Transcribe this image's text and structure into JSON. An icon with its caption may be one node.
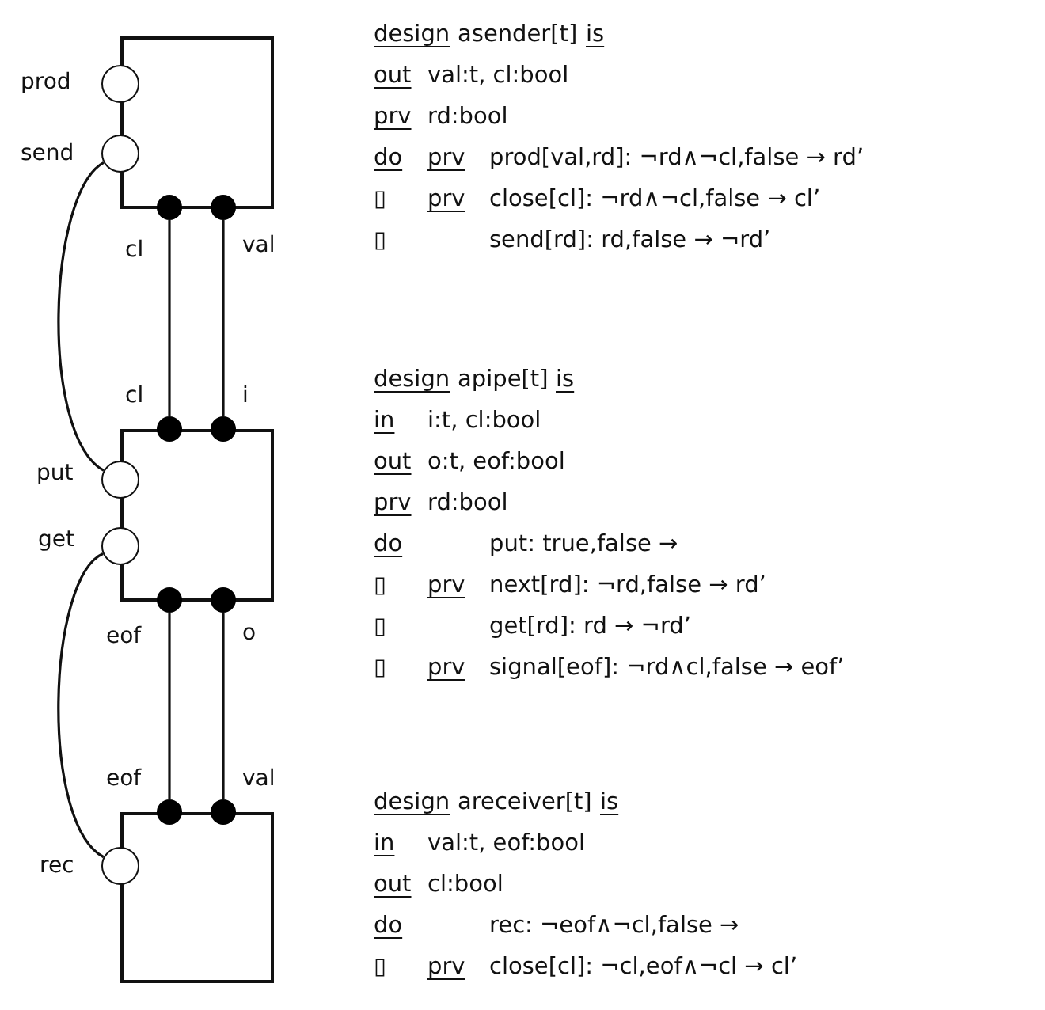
{
  "diagram": {
    "nodes": [
      {
        "text": [],
        "shape": "box"
      },
      {
        "text": [],
        "shape": "circle",
        "beside": [
          "prod"
        ]
      },
      {
        "text": [],
        "shape": "circle",
        "beside": [
          "send"
        ]
      },
      {
        "text": [],
        "shape": "dot",
        "beside": [
          "cl"
        ]
      },
      {
        "text": [],
        "shape": "dot",
        "beside": [
          "val"
        ]
      },
      {
        "text": [],
        "shape": "box"
      },
      {
        "text": [],
        "shape": "dot",
        "beside": [
          "cl"
        ]
      },
      {
        "text": [],
        "shape": "dot",
        "beside": [
          "i"
        ]
      },
      {
        "text": [],
        "shape": "circle",
        "beside": [
          "put"
        ]
      },
      {
        "text": [],
        "shape": "circle",
        "beside": [
          "get"
        ]
      },
      {
        "text": [],
        "shape": "dot",
        "beside": [
          "eof"
        ]
      },
      {
        "text": [],
        "shape": "dot",
        "beside": [
          "o"
        ]
      },
      {
        "text": [],
        "shape": "box"
      },
      {
        "text": [],
        "shape": "dot",
        "beside": [
          "eof"
        ]
      },
      {
        "text": [],
        "shape": "dot",
        "beside": [
          "val"
        ]
      },
      {
        "text": [],
        "shape": "circle",
        "beside": [
          "rec"
        ]
      }
    ],
    "edges": [
      {
        "from": 2,
        "to": 8,
        "arrow": "none"
      },
      {
        "from": 3,
        "to": 6,
        "arrow": "none"
      },
      {
        "from": 4,
        "to": 7,
        "arrow": "none"
      },
      {
        "from": 9,
        "to": 15,
        "arrow": "none"
      },
      {
        "from": 10,
        "to": 13,
        "arrow": "none"
      },
      {
        "from": 11,
        "to": 14,
        "arrow": "none"
      }
    ],
    "labels": [
      "design",
      "asender[t]",
      "is",
      "out",
      "val:t, cl:bool",
      "prv",
      "rd:bool",
      "do",
      "prv",
      "prod[val,rd]: ¬rd∧¬cl,false → rd’",
      "▯",
      "prv",
      "close[cl]: ¬rd∧¬cl,false → cl’",
      "▯",
      "send[rd]: rd,false → ¬rd’",
      "design",
      "apipe[t]",
      "is",
      "in",
      "i:t, cl:bool",
      "out",
      "o:t, eof:bool",
      "prv",
      "rd:bool",
      "do",
      "put: true,false →",
      "▯",
      "prv",
      "next[rd]: ¬rd,false → rd’",
      "▯",
      "get[rd]: rd → ¬rd’",
      "▯",
      "prv",
      "signal[eof]: ¬rd∧cl,false → eof’",
      "design",
      "areceiver[t]",
      "is",
      "in",
      "val:t, eof:bool",
      "out",
      "cl:bool",
      "do",
      "rec: ¬eof∧¬cl,false →",
      "▯",
      "prv",
      "close[cl]: ¬cl,eof∧¬cl → cl’"
    ]
  }
}
